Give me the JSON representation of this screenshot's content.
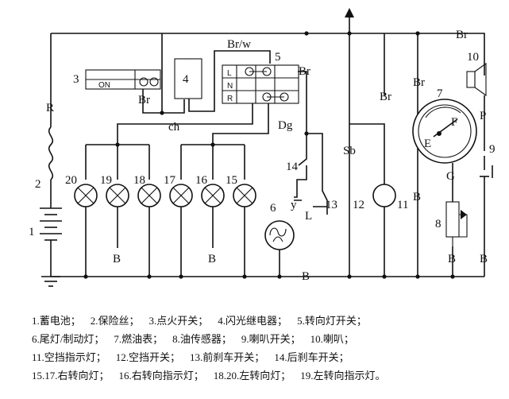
{
  "labels": {
    "n1": "1",
    "n2": "2",
    "n3": "3",
    "n4": "4",
    "n5": "5",
    "n6": "6",
    "n7": "7",
    "n8": "8",
    "n9": "9",
    "n10": "10",
    "n11": "11",
    "n12": "12",
    "n13": "13",
    "n14": "14",
    "n15": "15",
    "n16": "16",
    "n17": "17",
    "n18": "18",
    "n19": "19",
    "n20": "20",
    "R": "R",
    "Br_top": "Br",
    "Brw": "Br/w",
    "Br_sw": "Br",
    "Br_5": "Br",
    "Br_11": "Br",
    "Br_7": "Br",
    "ch": "ch",
    "Dg": "Dg",
    "Sb": "Sb",
    "P": "P",
    "G": "G",
    "B_right": "B",
    "B_bus": "B",
    "B_19": "B",
    "B_16": "B",
    "B_8": "B",
    "B_9": "B",
    "on": "ON",
    "L_sw": "L",
    "N_sw": "N",
    "R_sw": "R",
    "F": "F",
    "E": "E",
    "y": "y",
    "L_sender": "L"
  },
  "legend": {
    "row1": [
      "1.蓄电池；",
      "2.保险丝；",
      "3.点火开关；",
      "4.闪光继电器；",
      "5.转向灯开关；"
    ],
    "row2": [
      "6.尾灯/制动灯；",
      "7.燃油表；",
      "8.油传感器；",
      "9.喇叭开关；",
      "10.喇叭；"
    ],
    "row3": [
      "11.空挡指示灯；",
      "12.空挡开关；",
      "13.前刹车开关；",
      "14.后刹车开关；"
    ],
    "row4": [
      "15.17.右转向灯；",
      "16.右转向指示灯；",
      "18.20.左转向灯；",
      "19.左转向指示灯。"
    ]
  }
}
